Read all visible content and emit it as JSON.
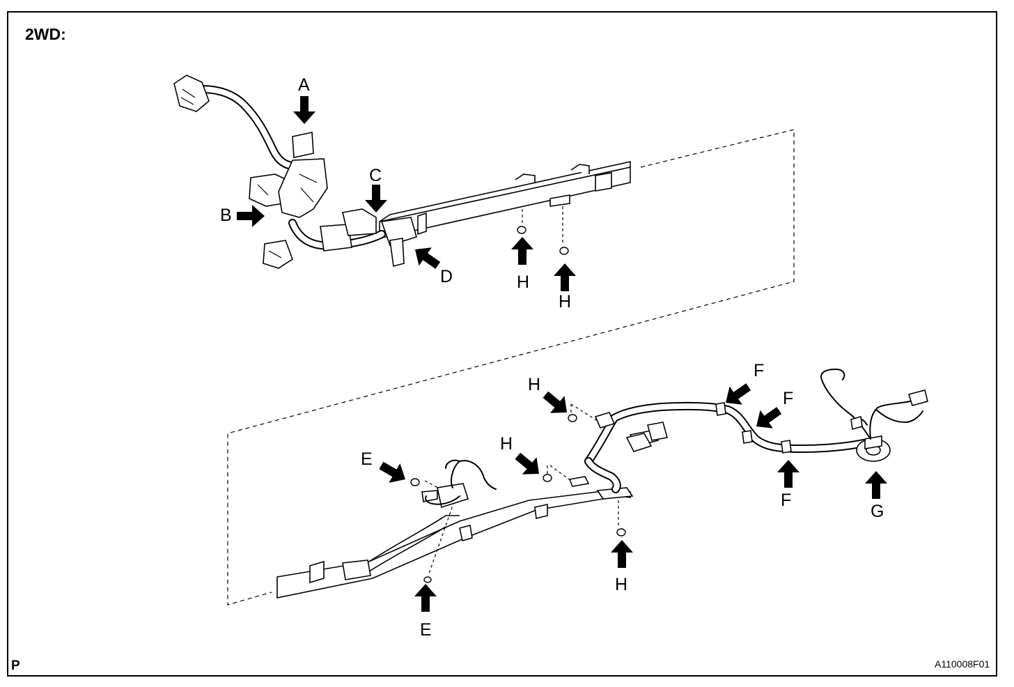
{
  "title": "2WD:",
  "corner_mark": "P",
  "figure_code": "A110008F01",
  "callouts": {
    "A": "A",
    "B": "B",
    "C": "C",
    "D": "D",
    "E": "E",
    "F": "F",
    "G": "G",
    "H": "H"
  }
}
